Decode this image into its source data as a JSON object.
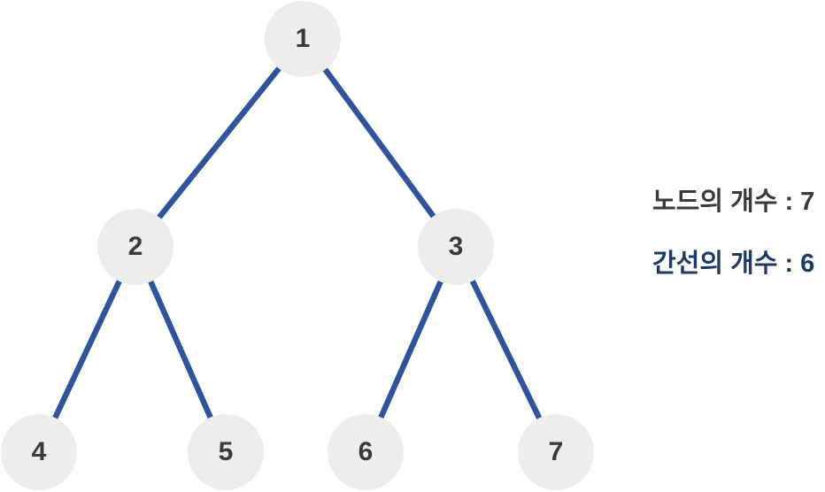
{
  "diagram": {
    "type": "binary-tree",
    "nodes": [
      {
        "id": 1,
        "label": "1"
      },
      {
        "id": 2,
        "label": "2"
      },
      {
        "id": 3,
        "label": "3"
      },
      {
        "id": 4,
        "label": "4"
      },
      {
        "id": 5,
        "label": "5"
      },
      {
        "id": 6,
        "label": "6"
      },
      {
        "id": 7,
        "label": "7"
      }
    ],
    "edges": [
      "1-2",
      "1-3",
      "2-4",
      "2-5",
      "3-6",
      "3-7"
    ]
  },
  "stats": {
    "node_count": {
      "label": "노드의 개수 :",
      "value": "7"
    },
    "edge_count": {
      "label": "간선의 개수 :",
      "value": "6"
    }
  },
  "colors": {
    "edge_line": "#2f549b",
    "node_fill": "#ededed",
    "node_label": "#3a3a3a",
    "node_count_text": "#3a3a3a",
    "edge_count_text": "#1e3a62",
    "background": "#ffffff"
  }
}
